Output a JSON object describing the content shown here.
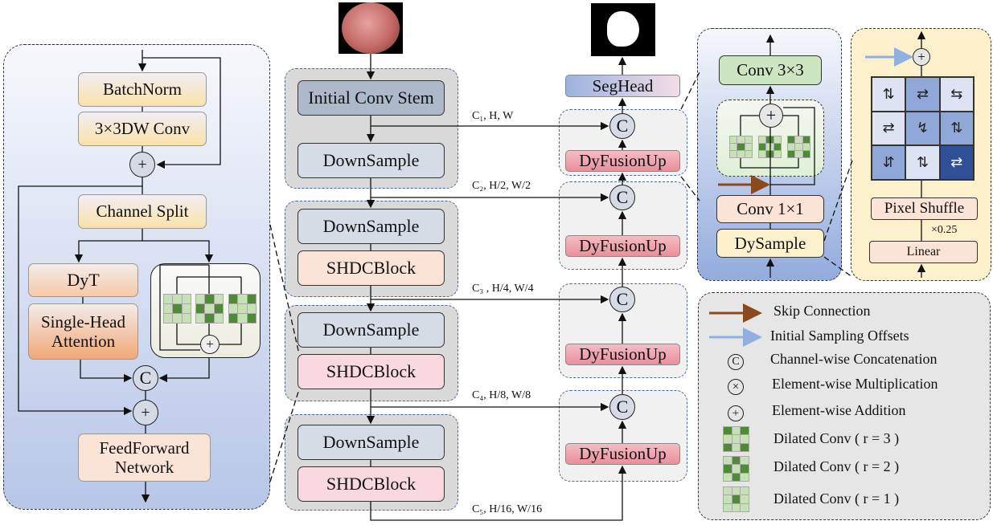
{
  "left_block": {
    "batchnorm": "BatchNorm",
    "dwconv": "3×3DW Conv",
    "channel_split": "Channel Split",
    "dyt": "DyT",
    "attention": "Single-Head Attention",
    "ffn": "FeedForward Network",
    "add_symbol": "+",
    "concat_symbol": "C"
  },
  "encoder": {
    "stem": "Initial Conv Stem",
    "downsample": "DownSample",
    "shdc": "SHDCBlock"
  },
  "skip_labels": [
    "C₁, H, W",
    "C₂, H/2, W/2",
    "C₃ , H/4, W/4",
    "C₄, H/8, W/8",
    "C₅, H/16, W/16"
  ],
  "decoder": {
    "seghead": "SegHead",
    "dyfusionup": "DyFusionUp",
    "concat_symbol": "C"
  },
  "dyfusion_detail": {
    "conv3": "Conv 3×3",
    "conv1": "Conv 1×1",
    "dysample": "DySample",
    "add_symbol": "+"
  },
  "dysample_detail": {
    "pixel_shuffle": "Pixel Shuffle",
    "scale": "×0.25",
    "linear": "Linear",
    "add_symbol": "+",
    "offset_grid_colors": [
      "#dde3f3",
      "#8fa8d8",
      "#dde3f3",
      "#dde3f3",
      "#8fa8d8",
      "#8fa8d8",
      "#8fa8d8",
      "#dde3f3",
      "#2f4f96"
    ]
  },
  "legend": {
    "items": [
      {
        "icon": "brown-arrow-icon",
        "label": "Skip Connection",
        "color": "#8b4a1e"
      },
      {
        "icon": "blue-arrow-icon",
        "label": "Initial Sampling Offsets",
        "color": "#8fb0e0"
      },
      {
        "icon": "concat-icon",
        "symbol": "C",
        "label": "Channel-wise Concatenation"
      },
      {
        "icon": "multiply-icon",
        "symbol": "×",
        "label": "Element-wise Multiplication"
      },
      {
        "icon": "add-icon",
        "symbol": "+",
        "label": "Element-wise Addition"
      },
      {
        "icon": "dilated-r3-icon",
        "label": "Dilated Conv ( r = 3 )"
      },
      {
        "icon": "dilated-r2-icon",
        "label": "Dilated Conv ( r = 2 )"
      },
      {
        "icon": "dilated-r1-icon",
        "label": "Dilated Conv ( r = 1 )"
      }
    ]
  },
  "colors": {
    "accent_brown": "#8b4a1e",
    "accent_blue": "#8fb0e0",
    "dilated_on": "#4f8a35",
    "dilated_off": "#c6e2b4"
  }
}
